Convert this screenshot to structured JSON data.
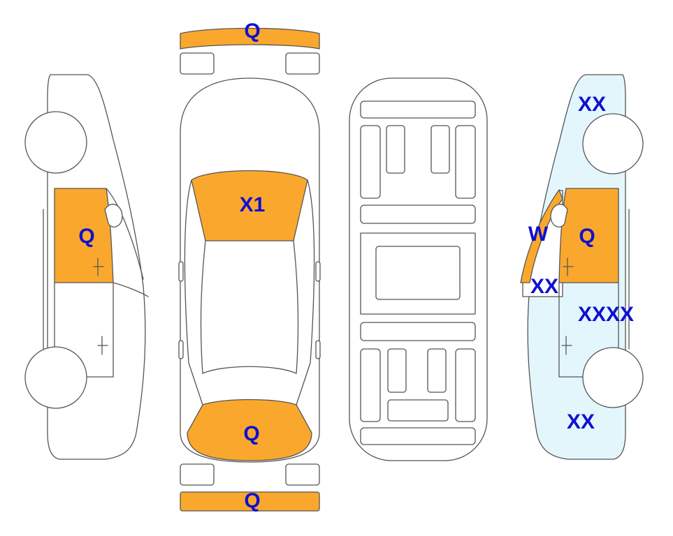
{
  "colors": {
    "damaged": "#FAA82D",
    "highlight": "#E3F6FC",
    "mark_text": "#1010D0",
    "outline": "#555555"
  },
  "marks": {
    "front_bumper": "Q",
    "rear_bumper": "Q",
    "windshield": "X1",
    "trunk": "Q",
    "left_door": "Q",
    "right_front_fender": "XX",
    "right_front_door": "Q",
    "right_mirror": "W",
    "right_sill": "XX",
    "right_rear_door": "XXXX",
    "right_rear_quarter": "XX"
  }
}
